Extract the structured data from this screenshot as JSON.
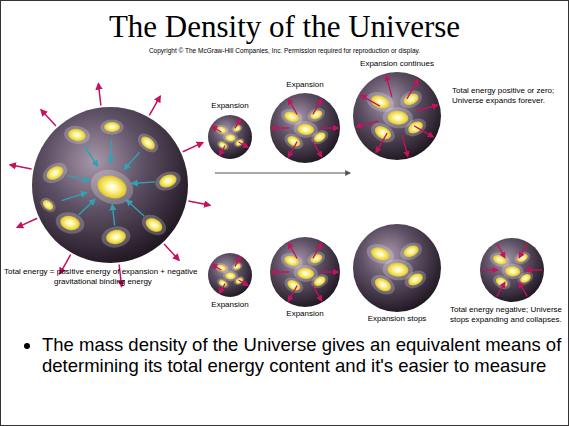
{
  "diagram": {
    "title": "The Density of the Universe",
    "labels": [
      "Copyright © The McGraw-Hill Companies, Inc. Permission required for reproduction or display.",
      "Expansion",
      "Expansion",
      "Expansion continues",
      "Total energy positive or zero; Universe expands forever.",
      "Total energy = positive energy of expansion + negative gravitational binding energy",
      "Expansion",
      "Expansion",
      "Expansion stops",
      "Total energy negative; Universe stops expanding and collapses.",
      "The mass density of the Universe gives an equivalent means of determining its total energy content and it's easier to measure"
    ]
  }
}
